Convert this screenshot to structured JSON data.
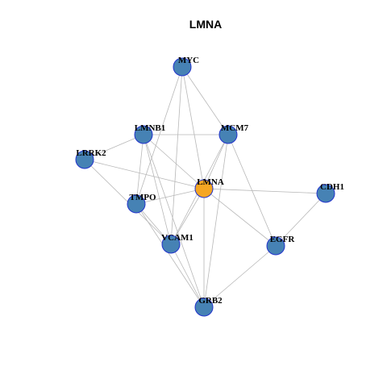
{
  "title": "LMNA",
  "colors": {
    "hub": "#f5a623",
    "node": "#4682b4",
    "node_border": "#2233cc",
    "edge": "#b8b8b8"
  },
  "nodes": [
    {
      "id": "MYC",
      "label": "MYC",
      "hub": false
    },
    {
      "id": "LMNB1",
      "label": "LMNB1",
      "hub": false
    },
    {
      "id": "MCM7",
      "label": "MCM7",
      "hub": false
    },
    {
      "id": "LRRK2",
      "label": "LRRK2",
      "hub": false
    },
    {
      "id": "LMNA",
      "label": "LMNA",
      "hub": true
    },
    {
      "id": "CDH1",
      "label": "CDH1",
      "hub": false
    },
    {
      "id": "TMPO",
      "label": "TMPO",
      "hub": false
    },
    {
      "id": "VCAM1",
      "label": "VCAM1",
      "hub": false
    },
    {
      "id": "EGFR",
      "label": "EGFR",
      "hub": false
    },
    {
      "id": "GRB2",
      "label": "GRB2",
      "hub": false
    }
  ],
  "edges": [
    [
      "MYC",
      "LMNA"
    ],
    [
      "MYC",
      "MCM7"
    ],
    [
      "MYC",
      "TMPO"
    ],
    [
      "MYC",
      "VCAM1"
    ],
    [
      "LMNB1",
      "MCM7"
    ],
    [
      "LMNB1",
      "LRRK2"
    ],
    [
      "LMNB1",
      "LMNA"
    ],
    [
      "LMNB1",
      "TMPO"
    ],
    [
      "LMNB1",
      "VCAM1"
    ],
    [
      "LMNB1",
      "GRB2"
    ],
    [
      "MCM7",
      "LMNA"
    ],
    [
      "MCM7",
      "VCAM1"
    ],
    [
      "MCM7",
      "EGFR"
    ],
    [
      "MCM7",
      "GRB2"
    ],
    [
      "LRRK2",
      "LMNA"
    ],
    [
      "LRRK2",
      "VCAM1"
    ],
    [
      "LMNA",
      "CDH1"
    ],
    [
      "LMNA",
      "TMPO"
    ],
    [
      "LMNA",
      "VCAM1"
    ],
    [
      "LMNA",
      "EGFR"
    ],
    [
      "LMNA",
      "GRB2"
    ],
    [
      "CDH1",
      "EGFR"
    ],
    [
      "TMPO",
      "VCAM1"
    ],
    [
      "TMPO",
      "GRB2"
    ],
    [
      "VCAM1",
      "GRB2"
    ],
    [
      "EGFR",
      "GRB2"
    ]
  ]
}
